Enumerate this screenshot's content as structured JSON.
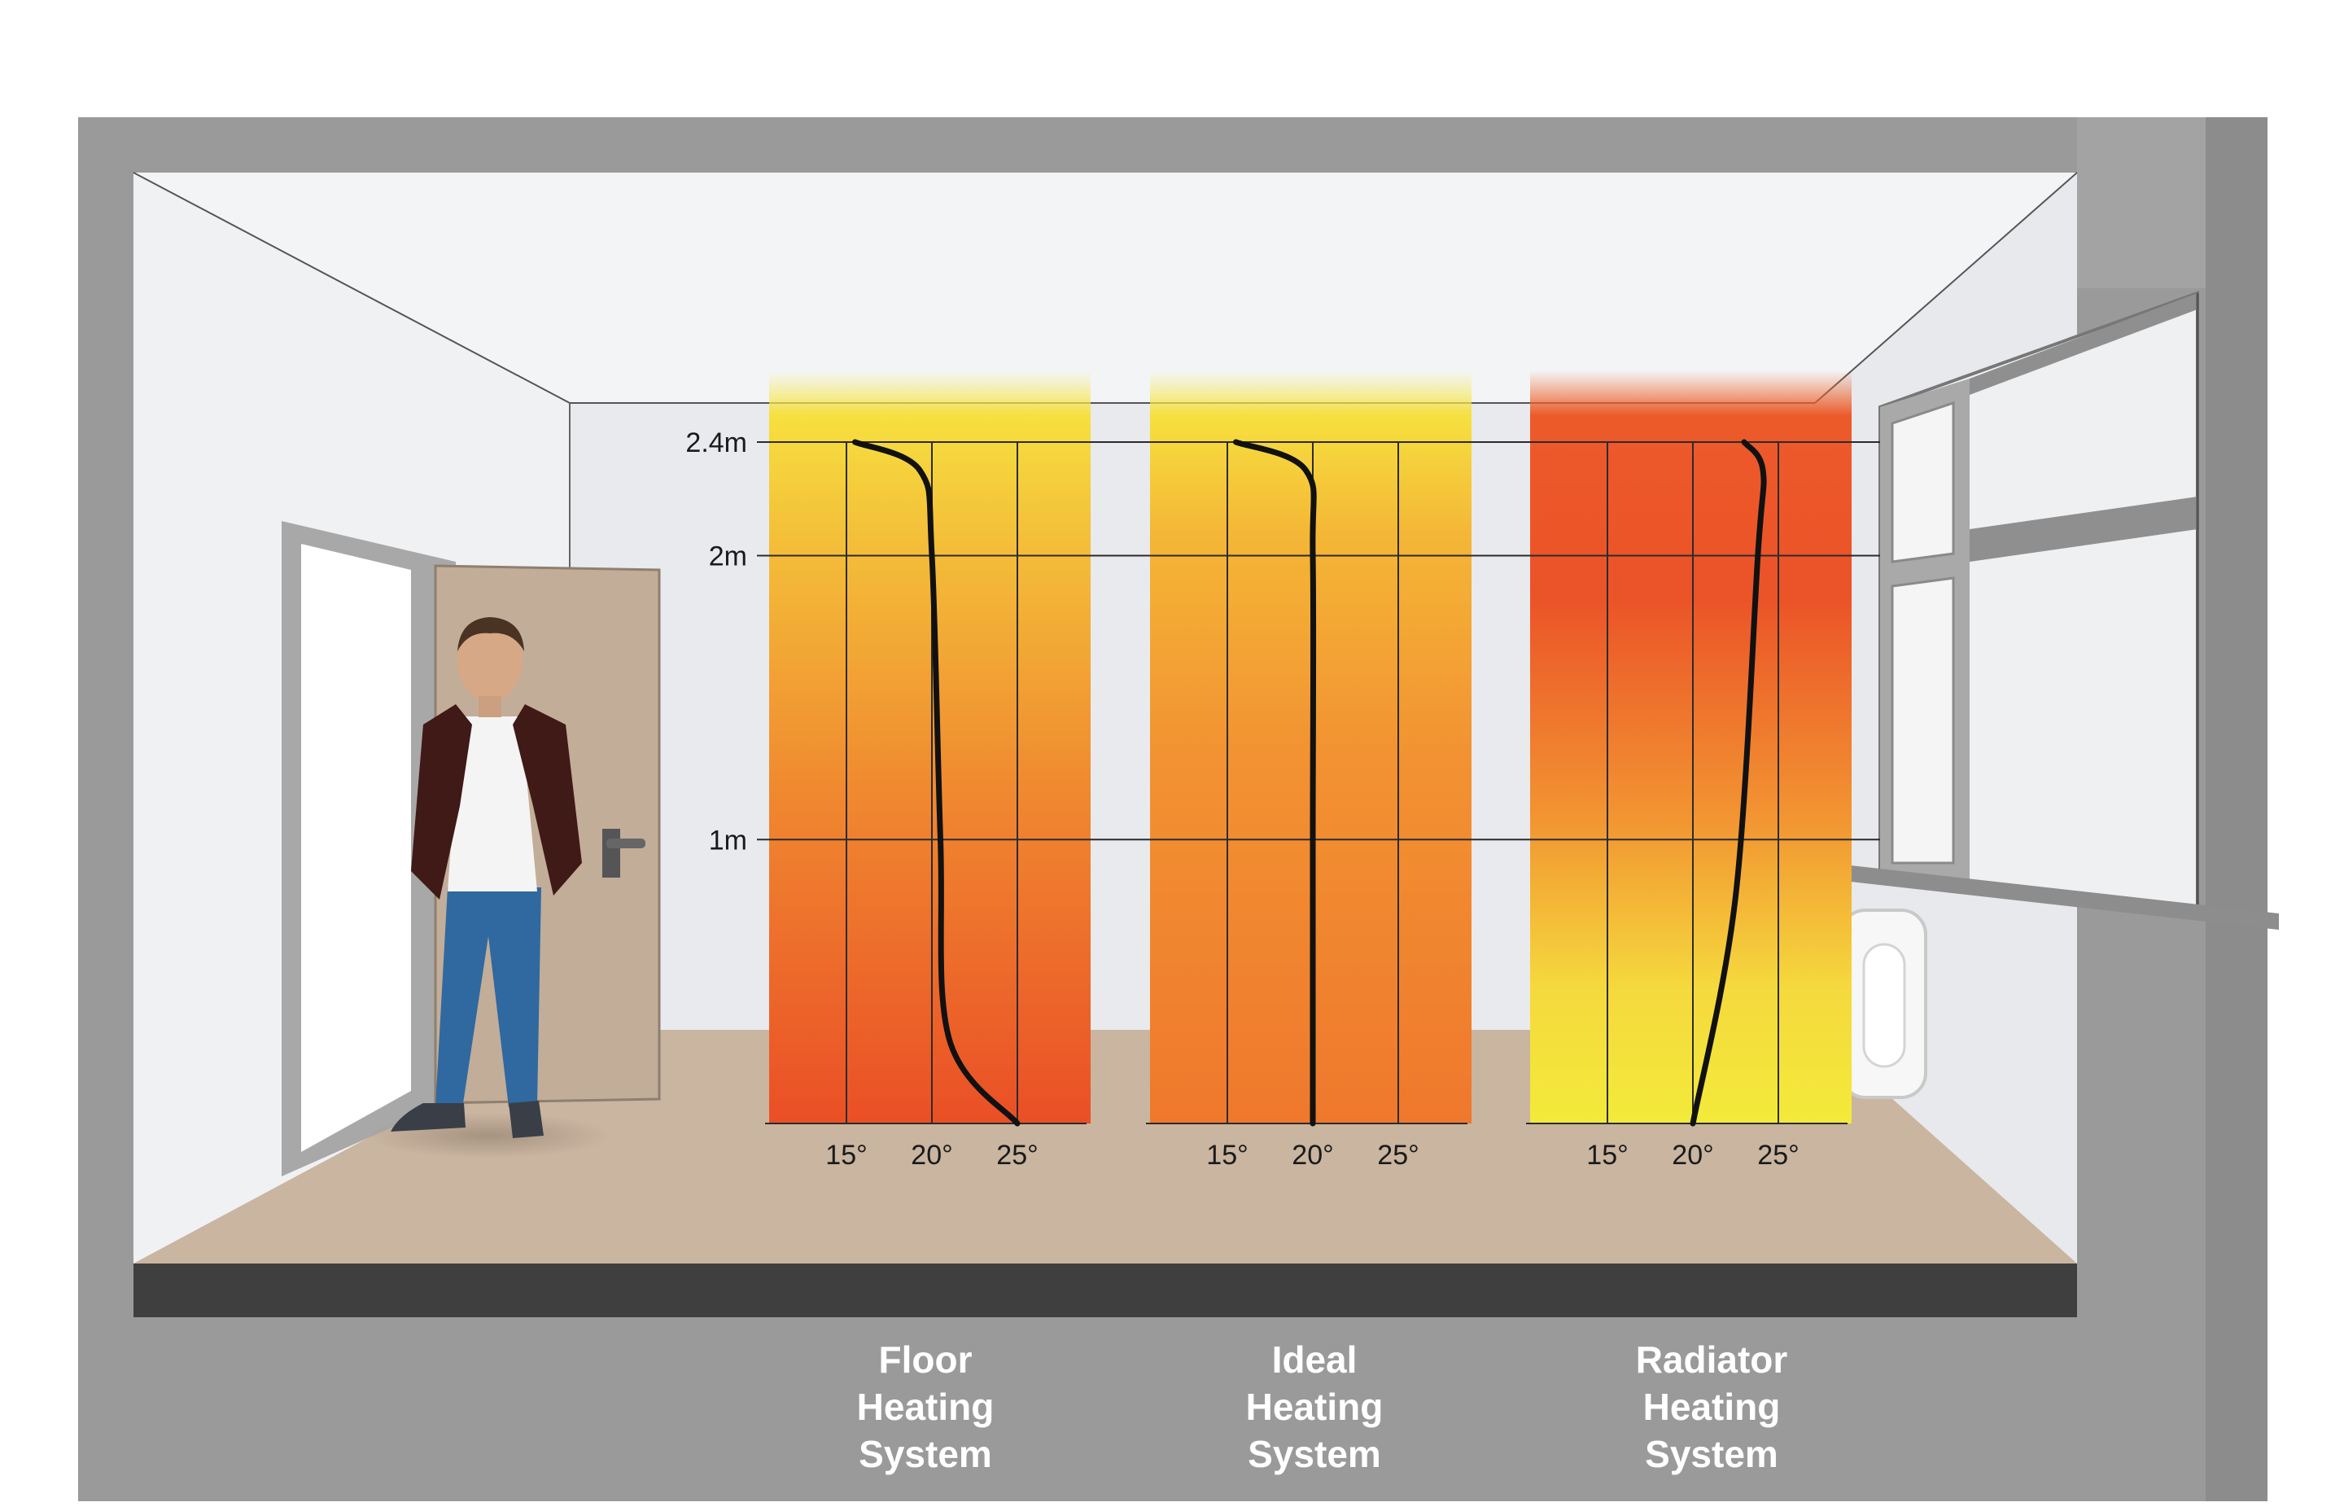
{
  "heights": [
    "2.4m",
    "2m",
    "1m"
  ],
  "ticks": [
    "15°",
    "20°",
    "25°"
  ],
  "systems": [
    {
      "label": [
        "Floor",
        "Heating",
        "System"
      ],
      "profile": "floor"
    },
    {
      "label": [
        "Ideal",
        "Heating",
        "System"
      ],
      "profile": "ideal"
    },
    {
      "label": [
        "Radiator",
        "Heating",
        "System"
      ],
      "profile": "radiator"
    }
  ],
  "chart_data": {
    "type": "line",
    "x_unit": "°C",
    "y_unit": "m",
    "xticks": [
      15,
      20,
      25
    ],
    "yticks": [
      1,
      2,
      2.4
    ],
    "series": [
      {
        "name": "Floor Heating System",
        "points": [
          [
            25,
            0
          ],
          [
            21,
            0.3
          ],
          [
            20.5,
            1
          ],
          [
            20,
            2
          ],
          [
            19.3,
            2.3
          ],
          [
            15.5,
            2.4
          ]
        ]
      },
      {
        "name": "Ideal Heating System",
        "points": [
          [
            20,
            0
          ],
          [
            20,
            1
          ],
          [
            20,
            2
          ],
          [
            19.6,
            2.3
          ],
          [
            15.5,
            2.4
          ]
        ]
      },
      {
        "name": "Radiator Heating System",
        "points": [
          [
            20,
            0
          ],
          [
            22.5,
            0.8
          ],
          [
            23.8,
            2
          ],
          [
            24.1,
            2.3
          ],
          [
            23,
            2.4
          ]
        ]
      }
    ]
  },
  "colors": {
    "wall_frame": "#9a9a9a",
    "floor": "#c9b5a0",
    "hot": "#ec5a2a",
    "warm": "#f39a33",
    "cool": "#f5e53e"
  }
}
